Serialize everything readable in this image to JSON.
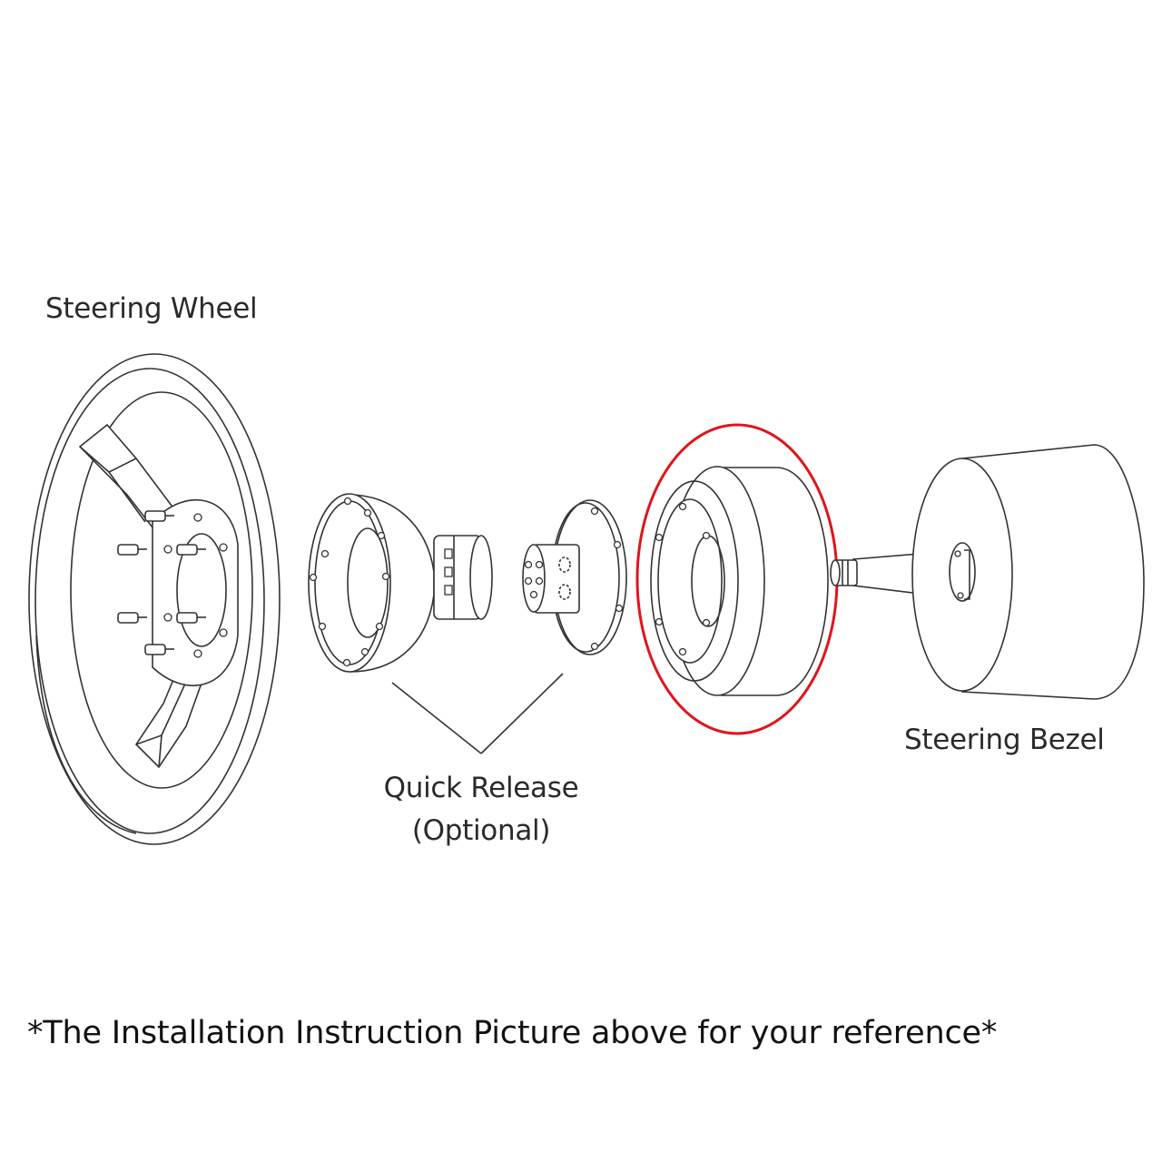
{
  "labels": {
    "steering_wheel": "Steering Wheel",
    "quick_release_line1": "Quick Release",
    "quick_release_line2": "(Optional)",
    "steering_bezel": "Steering Bezel"
  },
  "caption": "*The Installation Instruction Picture above for your reference*",
  "colors": {
    "highlight": "#e0141c",
    "line": "#333333",
    "background": "#ffffff"
  }
}
